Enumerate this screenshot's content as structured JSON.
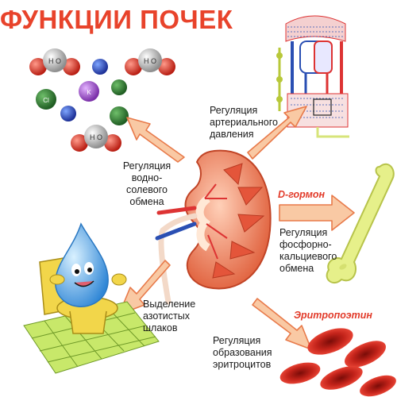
{
  "title": "ФУНКЦИИ ПОЧЕК",
  "labels": {
    "water_salt": [
      "Регуляция",
      "водно-",
      "солевого",
      "обмена"
    ],
    "blood_pressure": [
      "Регуляция",
      "артериального",
      "давления"
    ],
    "phosphorus_calcium": [
      "Регуляция",
      "фосфорно-",
      "кальциевого",
      "обмена"
    ],
    "nitrogen_waste": [
      "Выделение",
      "азотистых",
      "шлаков"
    ],
    "erythrocytes": [
      "Регуляция",
      "образования",
      "эритроцитов"
    ]
  },
  "hormones": {
    "d_hormone": "D-гормон",
    "erythropoietin": "Эритропоэтин"
  },
  "molecules": {
    "h2o": "H O",
    "k": "K",
    "cl": "Cl"
  },
  "colors": {
    "title": "#e8432b",
    "arrow_fill": "#f9c9a4",
    "arrow_stroke": "#e87a4a",
    "hormone_text": "#e23b2a",
    "kidney": "#f08060",
    "bone": "#e6f08a",
    "erythrocyte": "#d8241c",
    "drop": "#5aaee8",
    "toilet": "#f2d64a",
    "tile": "#c8e86a"
  }
}
